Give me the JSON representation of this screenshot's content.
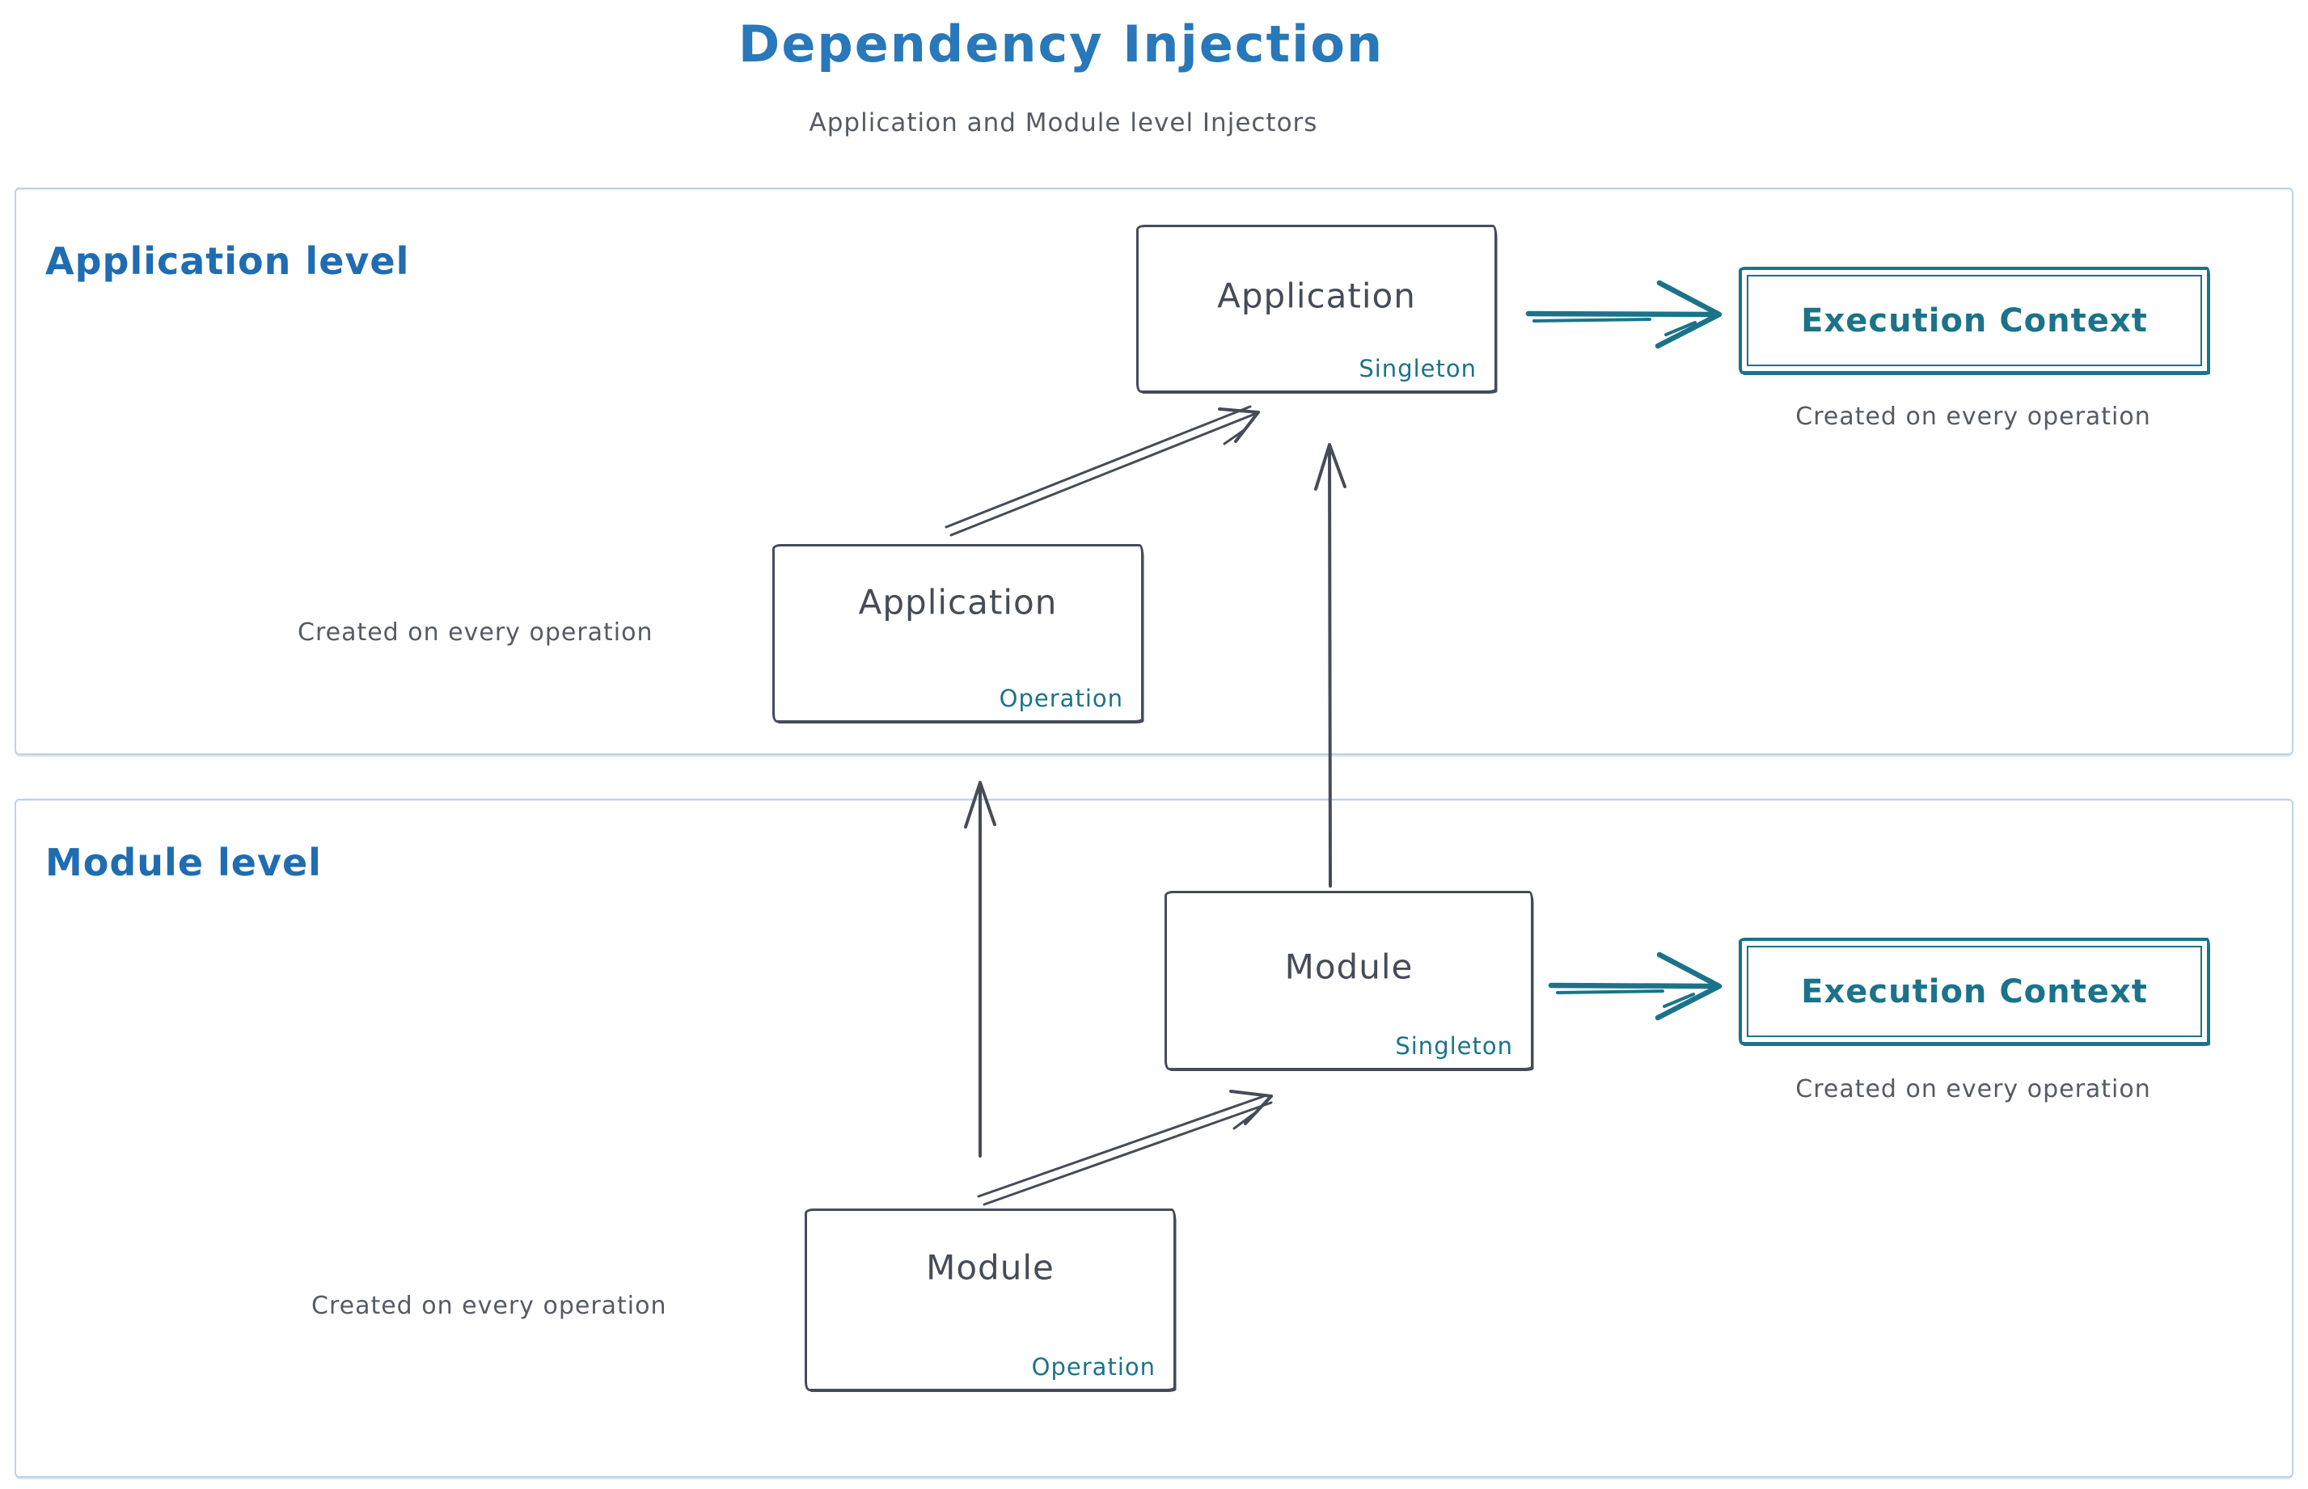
{
  "header": {
    "title": "Dependency Injection",
    "subtitle": "Application and Module level Injectors"
  },
  "colors": {
    "blue_title": "#2878ba",
    "blue_label": "#1f6cb2",
    "stroke": "#454c58",
    "note": "#545b64",
    "teal": "#1b7389",
    "container": "#bdd2e9"
  },
  "sections": {
    "application": {
      "label": "Application level",
      "singleton_box": {
        "name": "Application",
        "scope": "Singleton"
      },
      "operation_box": {
        "name": "Application",
        "scope": "Operation"
      },
      "operation_note": "Created on every operation",
      "execution_context": {
        "title": "Execution Context",
        "note": "Created on every operation"
      }
    },
    "module": {
      "label": "Module level",
      "singleton_box": {
        "name": "Module",
        "scope": "Singleton"
      },
      "operation_box": {
        "name": "Module",
        "scope": "Operation"
      },
      "operation_note": "Created on every operation",
      "execution_context": {
        "title": "Execution Context",
        "note": "Created on every operation"
      }
    }
  }
}
